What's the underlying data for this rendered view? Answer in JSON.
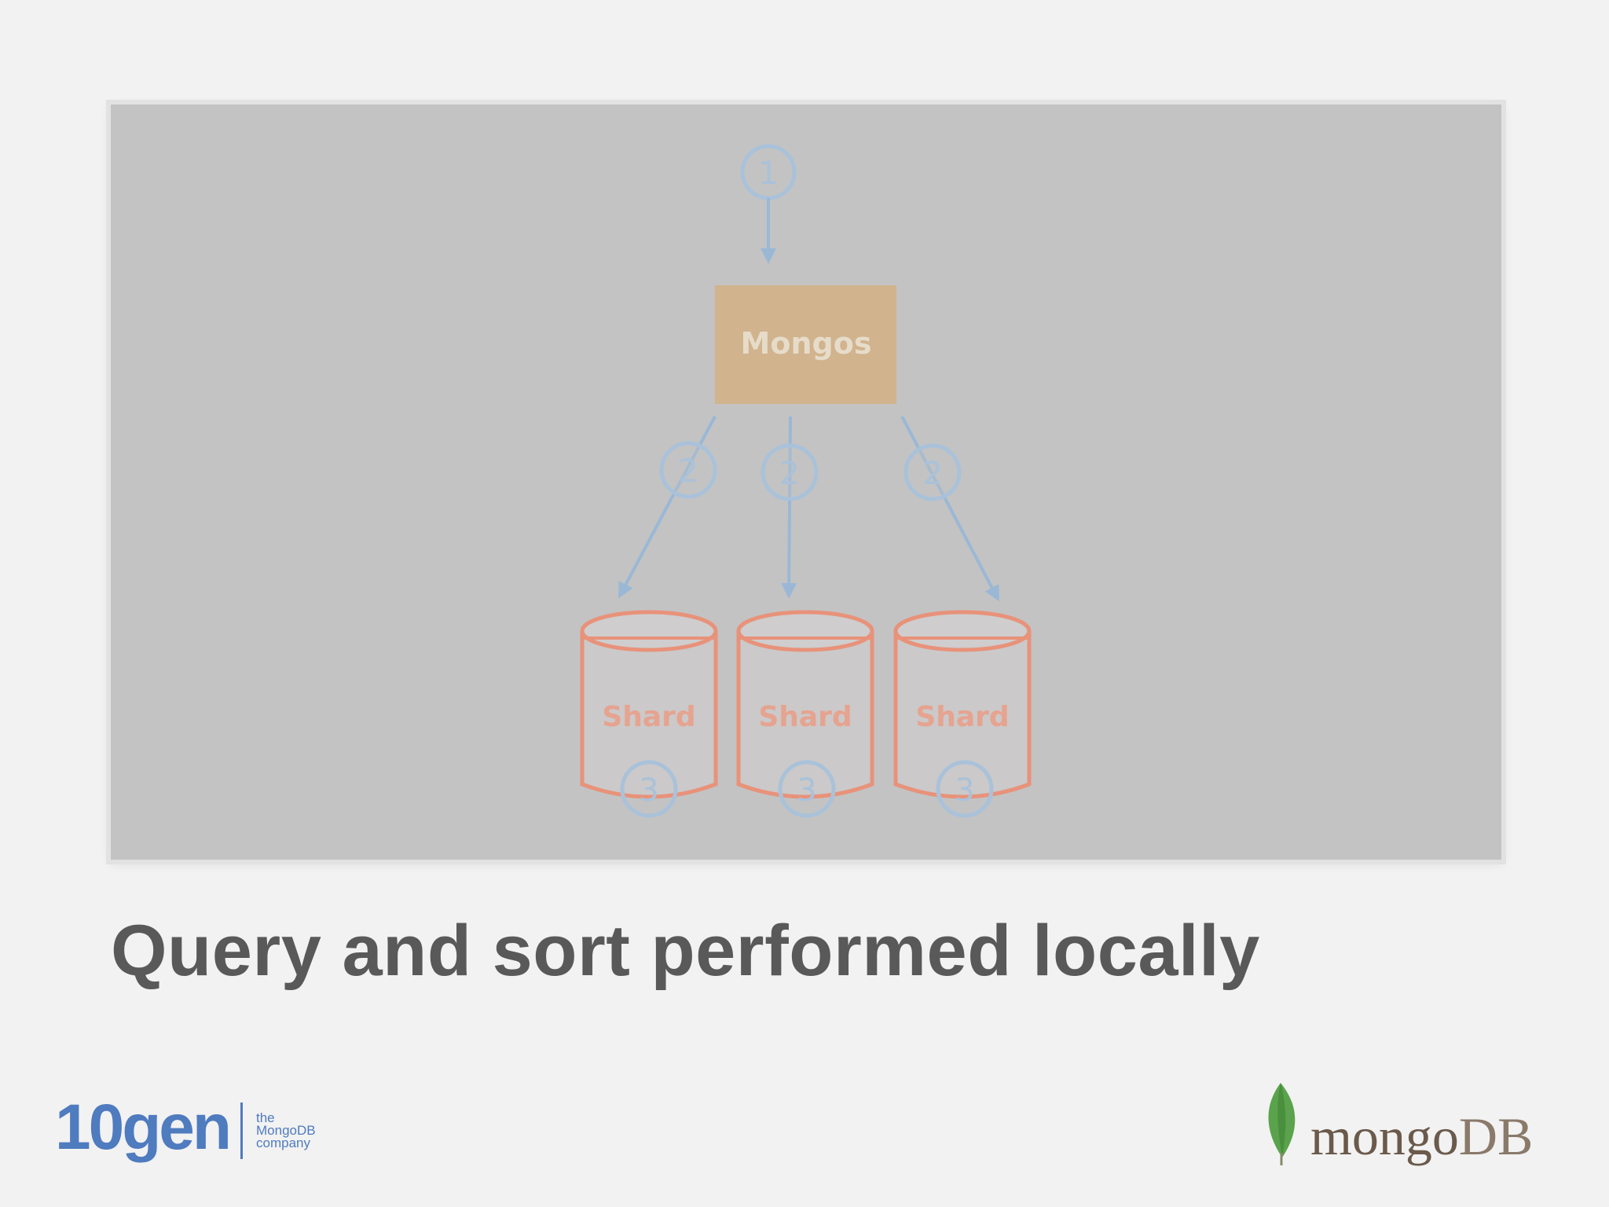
{
  "slide": {
    "title": "Query and sort performed locally"
  },
  "diagram": {
    "router_label": "Mongos",
    "shards": [
      {
        "label": "Shard",
        "step": "3"
      },
      {
        "label": "Shard",
        "step": "3"
      },
      {
        "label": "Shard",
        "step": "3"
      }
    ],
    "steps": {
      "request": "1",
      "scatter": [
        "2",
        "2",
        "2"
      ]
    },
    "colors": {
      "panel": "#c3c3c3",
      "router_fill": "#d1b38e",
      "router_text": "#e6dcc9",
      "shard_stroke": "#e8927a",
      "shard_text": "#e6a38f",
      "step_stroke": "#a9c2da",
      "arrow": "#9ab8d6"
    }
  },
  "branding": {
    "left_logo": {
      "name": "10gen",
      "tagline_lines": [
        "the",
        "MongoDB",
        "company"
      ]
    },
    "right_logo": {
      "icon": "mongodb-leaf-icon",
      "name_main": "mongo",
      "name_suffix": "DB"
    }
  }
}
